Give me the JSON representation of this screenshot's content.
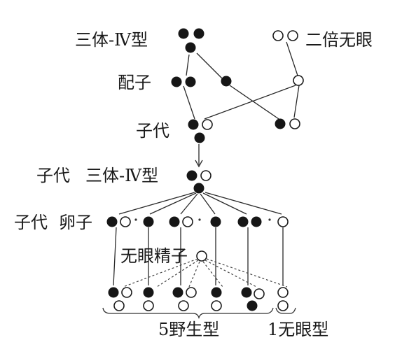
{
  "labels": {
    "trisomy_iv": "三体-Ⅳ型",
    "diploid_eyeless": "二倍无眼",
    "gametes": "配子",
    "offspring": "子代",
    "offspring_trisomy_prefix": "子代",
    "offspring_trisomy": "三体-Ⅳ型",
    "offspring_eggs_prefix": "子代",
    "offspring_eggs": "卵子",
    "eyeless_sperm": "无眼精子",
    "wild_type": "5野生型",
    "eyeless_type": "1无眼型"
  },
  "colors": {
    "dominant_allele": "#161616",
    "recessive_allele": "#ffffff",
    "line": "#2a2a2a"
  }
}
